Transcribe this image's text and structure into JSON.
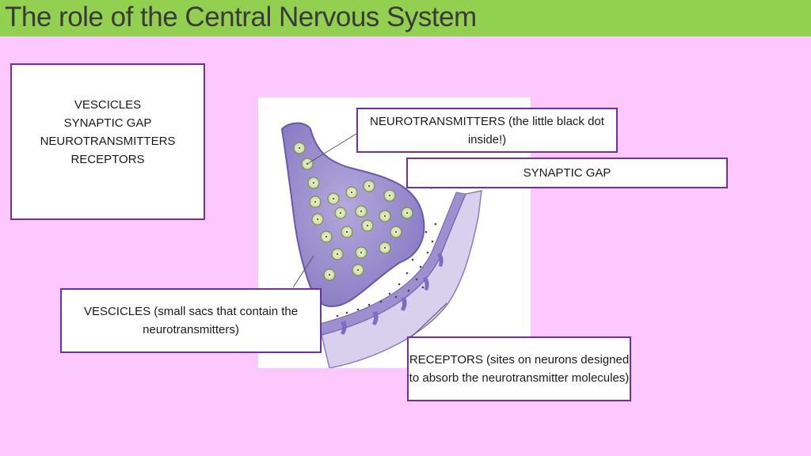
{
  "slide": {
    "title": "The role of the Central Nervous System",
    "colors": {
      "title_bar": "#92d050",
      "background": "#fdc8fd",
      "box_border": "#7030a0"
    }
  },
  "key_terms": [
    "VESCICLES",
    "SYNAPTIC GAP",
    "NEUROTRANSMITTERS",
    "RECEPTORS"
  ],
  "labels": {
    "neurotransmitters": "NEUROTRANSMITTERS (the little black dot inside!)",
    "synaptic_gap": "SYNAPTIC GAP",
    "vescicles": "VESCICLES (small sacs that contain the neurotransmitters)",
    "receptors": "RECEPTORS (sites on neurons designed to absorb the neurotransmitter molecules)"
  }
}
